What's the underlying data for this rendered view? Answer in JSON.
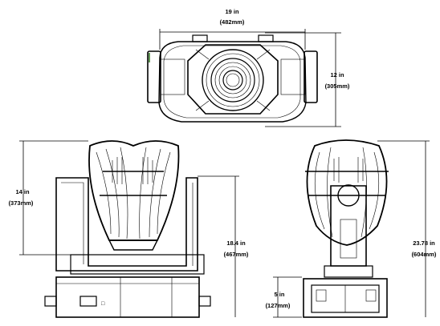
{
  "dimensions": {
    "width": {
      "value": "19 in",
      "metric": "(482mm)"
    },
    "depth": {
      "value": "12 in",
      "metric": "(305mm)"
    },
    "head_height": {
      "value": "14 in",
      "metric": "(373mm)"
    },
    "yoke_height": {
      "value": "18.4 in",
      "metric": "(467mm)"
    },
    "base_height": {
      "value": "5 in",
      "metric": "(127mm)"
    },
    "total_height": {
      "value": "23.78 in",
      "metric": "(604mm)"
    }
  },
  "colors": {
    "line": "#000000",
    "background": "#ffffff",
    "handle_accent": "#3a7d2a"
  }
}
